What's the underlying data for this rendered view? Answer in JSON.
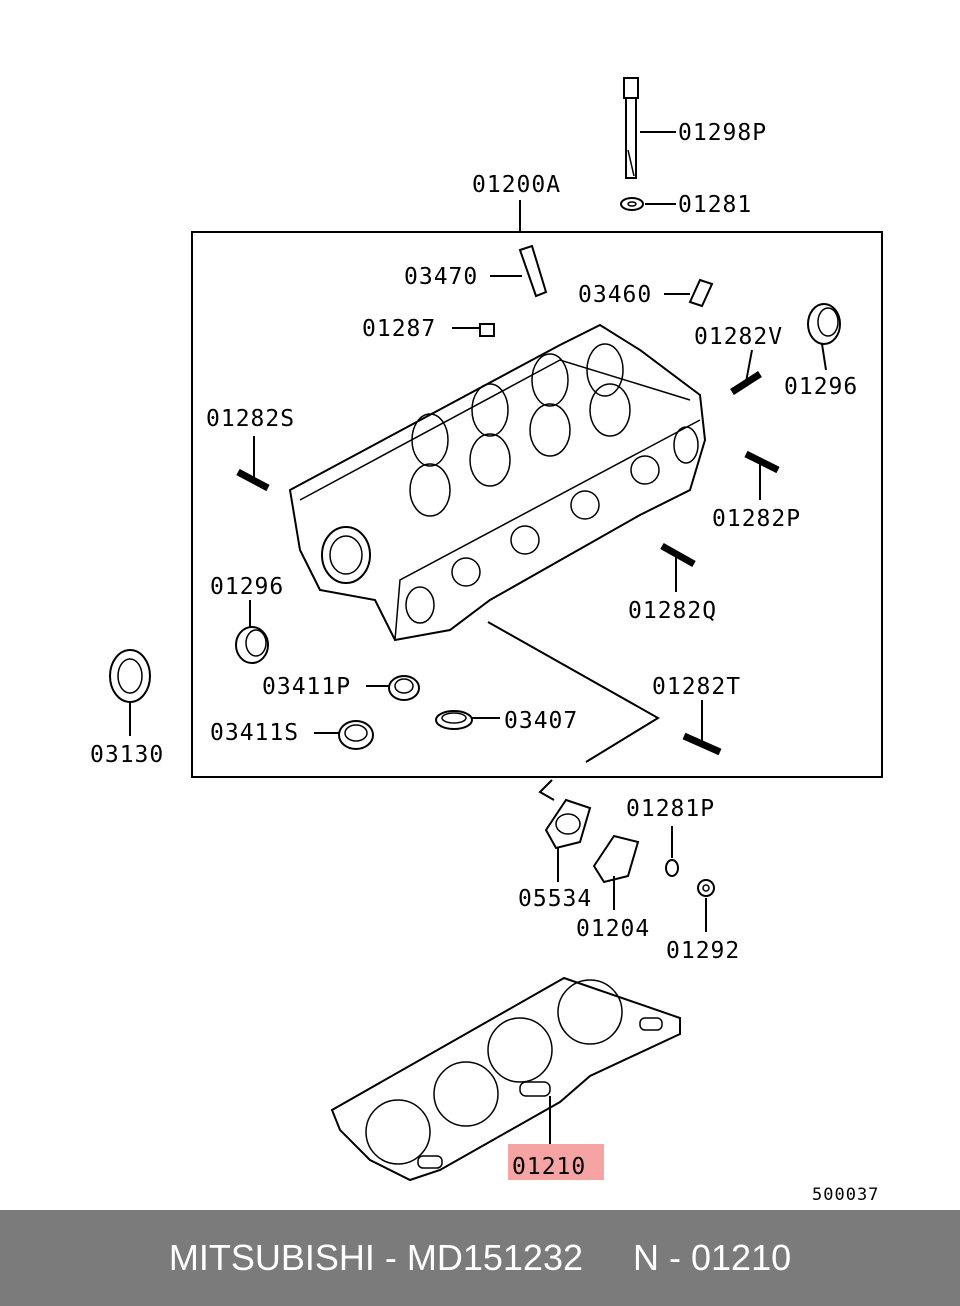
{
  "labels": {
    "l01298P": "01298P",
    "l01281": "01281",
    "l01200A": "01200A",
    "l03470": "03470",
    "l03460": "03460",
    "l01287": "01287",
    "l01282V": "01282V",
    "l01296a": "01296",
    "l01282S": "01282S",
    "l01282P": "01282P",
    "l01296b": "01296",
    "l01282Q": "01282Q",
    "l03411P": "03411P",
    "l01282T": "01282T",
    "l03130": "03130",
    "l03411S": "03411S",
    "l03407": "03407",
    "l01281P": "01281P",
    "l05534": "05534",
    "l01204": "01204",
    "l01292": "01292",
    "l01210": "01210",
    "code": "500037"
  },
  "highlight_color": "#f5a3a3",
  "footer": {
    "brand": "MITSUBISHI",
    "part_number": "MD151232",
    "ref": "N - 01210",
    "text": "MITSUBISHI - MD151232     N - 01210"
  }
}
